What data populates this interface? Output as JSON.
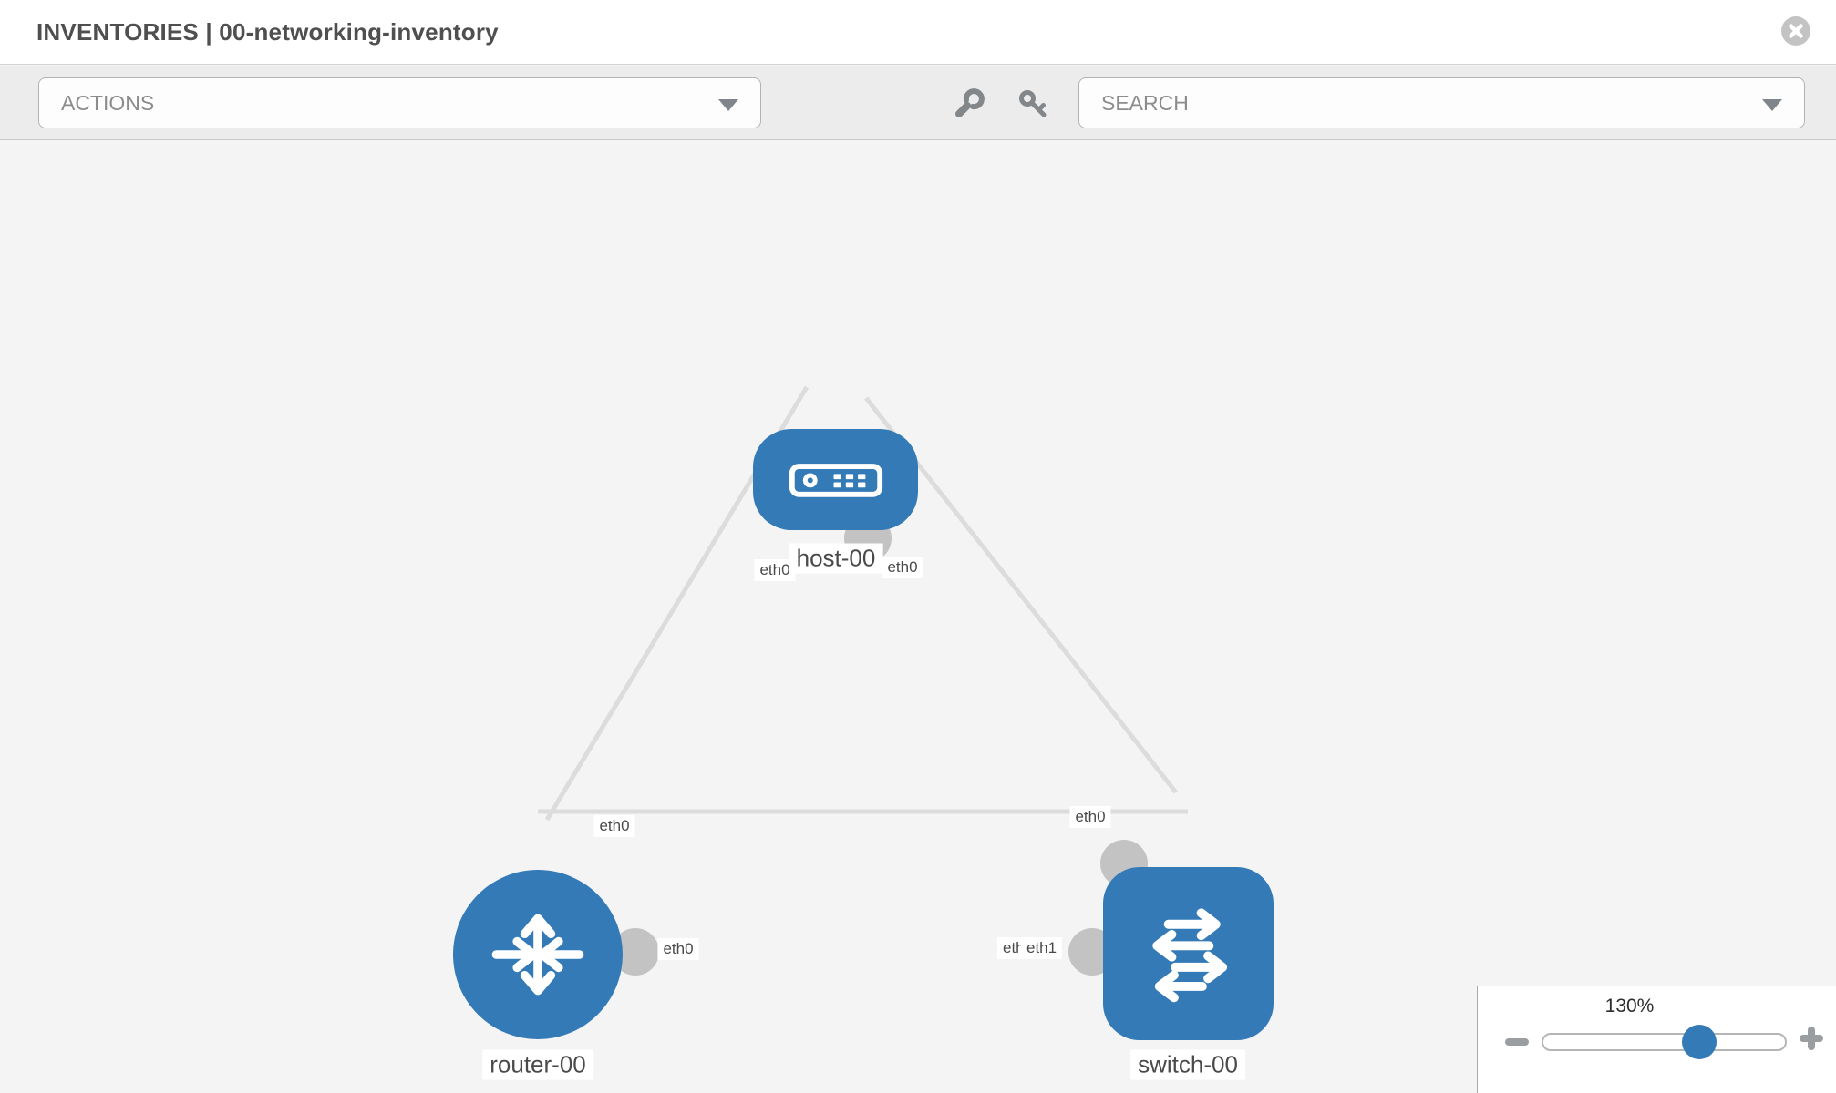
{
  "header": {
    "title": "INVENTORIES | 00-networking-inventory",
    "close_icon": "close"
  },
  "toolbar": {
    "actions_label": "ACTIONS",
    "search_placeholder": "SEARCH",
    "icons": [
      "wrench-icon",
      "key-icon",
      "caret-down-icon"
    ]
  },
  "topology": {
    "nodes": [
      {
        "id": "host-00",
        "type": "host",
        "label": "host-00"
      },
      {
        "id": "router-00",
        "type": "router",
        "label": "router-00"
      },
      {
        "id": "switch-00",
        "type": "switch",
        "label": "switch-00"
      }
    ],
    "links": [
      {
        "from": "host-00",
        "from_if": "eth0",
        "to": "router-00",
        "to_if": "eth0"
      },
      {
        "from": "host-00",
        "from_if": "eth0",
        "to": "switch-00",
        "to_if": "eth0"
      },
      {
        "from": "router-00",
        "from_if": "eth0",
        "to": "switch-00",
        "to_if": "eth1"
      }
    ],
    "node_labels": {
      "host": "host-00",
      "router": "router-00",
      "switch": "switch-00"
    },
    "interface_labels": {
      "host_left": "eth0",
      "host_right": "eth0",
      "router_top": "eth0",
      "switch_top": "eth0",
      "router_right": "eth0",
      "overlap_back": "eth0",
      "overlap_front": "eth1"
    }
  },
  "zoom_control": {
    "level": "130%",
    "minus_icon": "minus",
    "plus_icon": "plus"
  },
  "colors": {
    "node_blue": "#337ab7",
    "port_gray": "#c3c3c3",
    "link_gray": "#dcdcdc",
    "toolbar_gray": "#ececec",
    "canvas_gray": "#f4f4f4"
  }
}
